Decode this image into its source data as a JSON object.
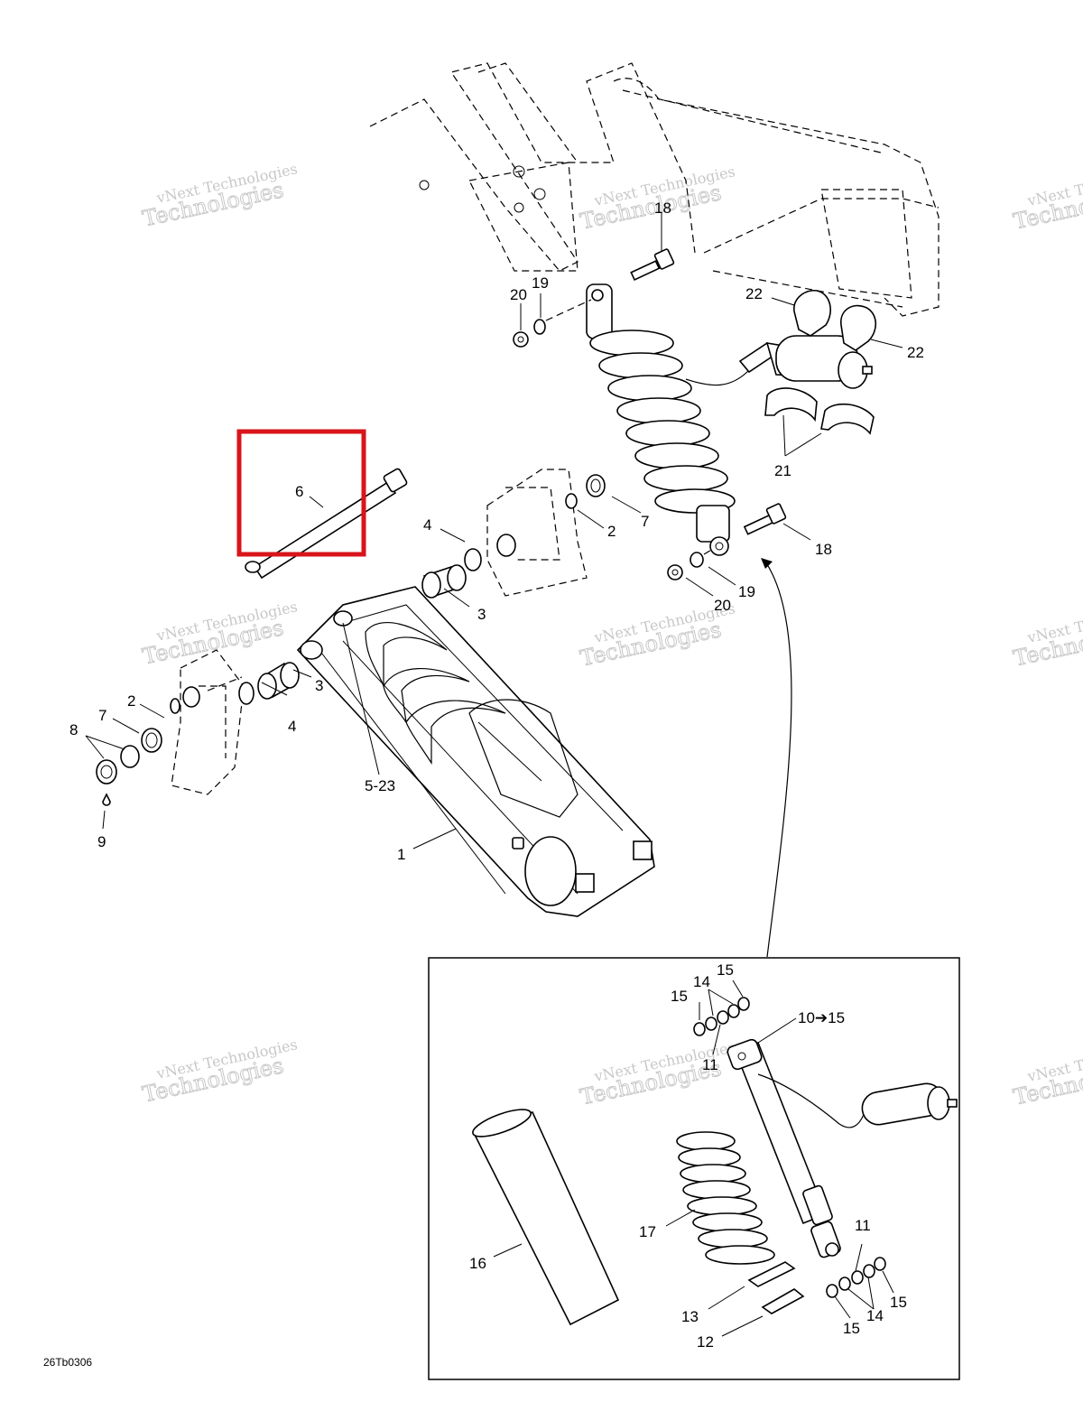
{
  "diagram_code": "26Tb0306",
  "watermark": {
    "line1": "vNext Technologies",
    "line2": "Technologies"
  },
  "callouts": [
    {
      "id": "c-1",
      "text": "1"
    },
    {
      "id": "c-2a",
      "text": "2"
    },
    {
      "id": "c-2b",
      "text": "2"
    },
    {
      "id": "c-3a",
      "text": "3"
    },
    {
      "id": "c-3b",
      "text": "3"
    },
    {
      "id": "c-4a",
      "text": "4"
    },
    {
      "id": "c-4b",
      "text": "4"
    },
    {
      "id": "c-5-23",
      "text": "5-23"
    },
    {
      "id": "c-6",
      "text": "6"
    },
    {
      "id": "c-7a",
      "text": "7"
    },
    {
      "id": "c-7b",
      "text": "7"
    },
    {
      "id": "c-8",
      "text": "8"
    },
    {
      "id": "c-9",
      "text": "9"
    },
    {
      "id": "c-10-15",
      "text": "10➔15"
    },
    {
      "id": "c-11a",
      "text": "11"
    },
    {
      "id": "c-11b",
      "text": "11"
    },
    {
      "id": "c-12",
      "text": "12"
    },
    {
      "id": "c-13",
      "text": "13"
    },
    {
      "id": "c-14a",
      "text": "14"
    },
    {
      "id": "c-14b",
      "text": "14"
    },
    {
      "id": "c-15a",
      "text": "15"
    },
    {
      "id": "c-15b",
      "text": "15"
    },
    {
      "id": "c-15c",
      "text": "15"
    },
    {
      "id": "c-15d",
      "text": "15"
    },
    {
      "id": "c-16",
      "text": "16"
    },
    {
      "id": "c-17",
      "text": "17"
    },
    {
      "id": "c-18a",
      "text": "18"
    },
    {
      "id": "c-18b",
      "text": "18"
    },
    {
      "id": "c-19a",
      "text": "19"
    },
    {
      "id": "c-19b",
      "text": "19"
    },
    {
      "id": "c-20a",
      "text": "20"
    },
    {
      "id": "c-20b",
      "text": "20"
    },
    {
      "id": "c-21",
      "text": "21"
    },
    {
      "id": "c-22a",
      "text": "22"
    },
    {
      "id": "c-22b",
      "text": "22"
    }
  ],
  "highlight": {
    "color": "#d9141b",
    "target": "6"
  }
}
